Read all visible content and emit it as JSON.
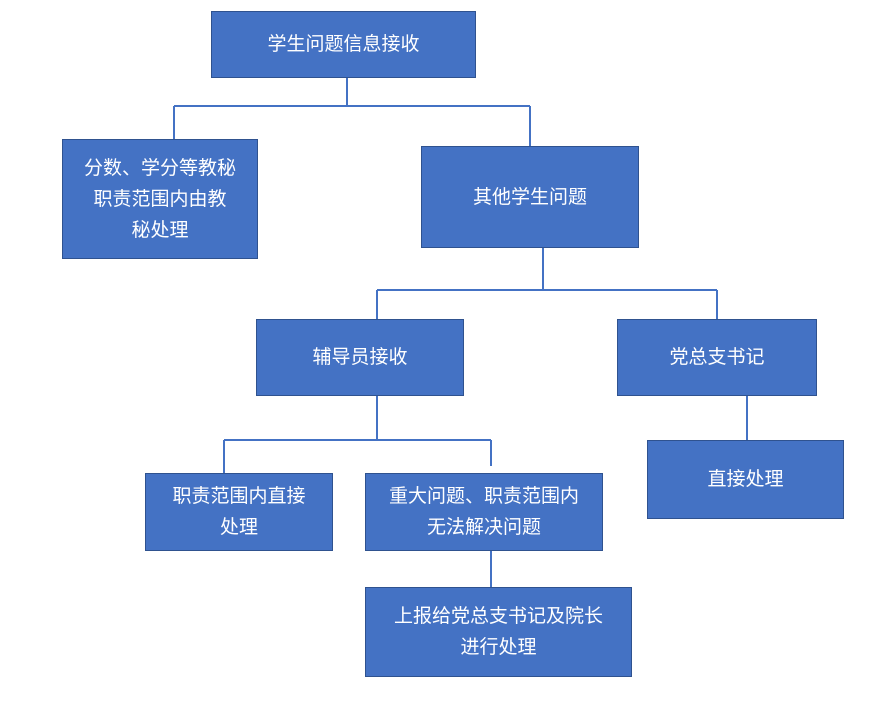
{
  "diagram": {
    "nodes": {
      "receive": "学生问题信息接收",
      "scores": "分数、学分等教秘\n职责范围内由教\n秘处理",
      "other": "其他学生问题",
      "counselor": "辅导员接收",
      "party_secretary": "党总支书记",
      "within_scope": "职责范围内直接\n处理",
      "major_issue": "重大问题、职责范围内\n无法解决问题",
      "direct_handle": "直接处理",
      "report": "上报给党总支书记及院长\n进行处理"
    },
    "edges": [
      {
        "from": "receive",
        "to": "scores"
      },
      {
        "from": "receive",
        "to": "other"
      },
      {
        "from": "other",
        "to": "counselor"
      },
      {
        "from": "other",
        "to": "party_secretary"
      },
      {
        "from": "counselor",
        "to": "within_scope"
      },
      {
        "from": "counselor",
        "to": "major_issue"
      },
      {
        "from": "party_secretary",
        "to": "direct_handle"
      },
      {
        "from": "major_issue",
        "to": "report"
      }
    ],
    "colors": {
      "node_fill": "#4472c4",
      "node_border": "#2f528f",
      "node_text": "#ffffff",
      "connector": "#4472c4"
    }
  }
}
